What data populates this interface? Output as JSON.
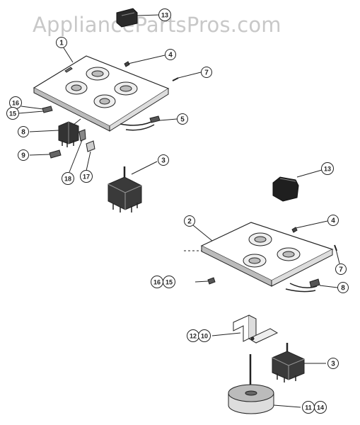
{
  "watermark": "AppliancePartsPros.com",
  "callouts": [
    {
      "id": "c-13-top",
      "label": "13"
    },
    {
      "id": "c-1",
      "label": "1"
    },
    {
      "id": "c-4-top",
      "label": "4"
    },
    {
      "id": "c-7-top",
      "label": "7"
    },
    {
      "id": "c-16-top",
      "label": "16"
    },
    {
      "id": "c-15-top",
      "label": "15"
    },
    {
      "id": "c-5",
      "label": "5"
    },
    {
      "id": "c-8-top",
      "label": "8"
    },
    {
      "id": "c-9",
      "label": "9"
    },
    {
      "id": "c-18",
      "label": "18"
    },
    {
      "id": "c-17",
      "label": "17"
    },
    {
      "id": "c-3-top",
      "label": "3"
    },
    {
      "id": "c-13-bottom",
      "label": "13"
    },
    {
      "id": "c-2",
      "label": "2"
    },
    {
      "id": "c-4-bottom",
      "label": "4"
    },
    {
      "id": "c-7-bottom",
      "label": "7"
    },
    {
      "id": "c-16-bottom",
      "label": "16"
    },
    {
      "id": "c-15-bottom",
      "label": "15"
    },
    {
      "id": "c-8-bottom",
      "label": "8"
    },
    {
      "id": "c-12",
      "label": "12"
    },
    {
      "id": "c-10",
      "label": "10"
    },
    {
      "id": "c-3-bottom",
      "label": "3"
    },
    {
      "id": "c-11",
      "label": "11"
    },
    {
      "id": "c-14",
      "label": "14"
    }
  ],
  "colors": {
    "line": "#222222",
    "watermark": "#c8c8c8",
    "part_dark": "#2a2a2a",
    "part_mid": "#777777"
  }
}
